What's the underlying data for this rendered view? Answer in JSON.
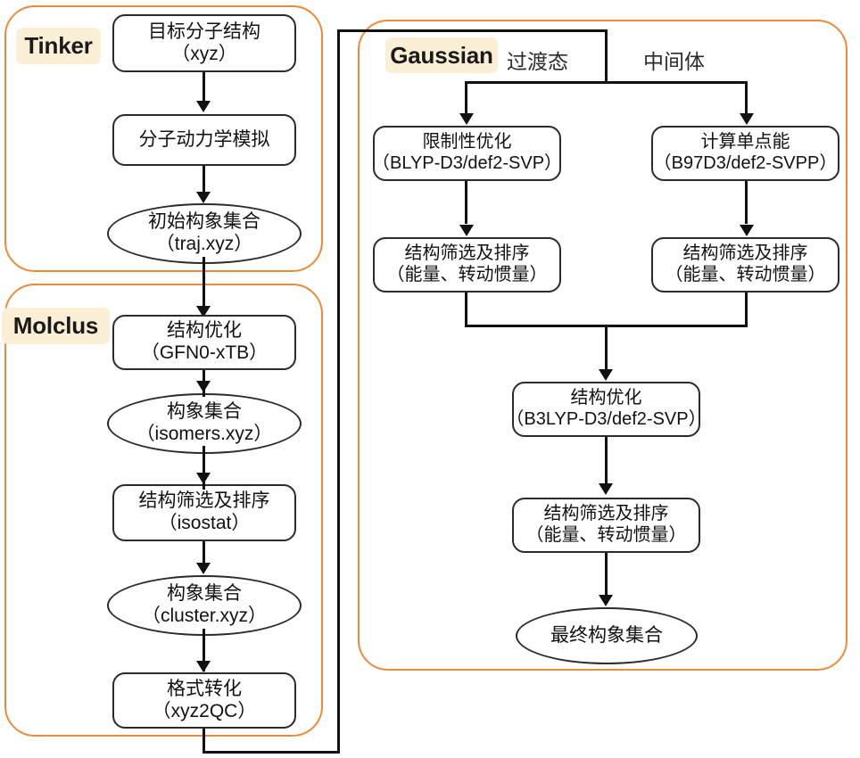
{
  "diagram": {
    "title_groups": [
      "Tinker",
      "Molclus",
      "Gaussian"
    ],
    "accent_color": "#ED8A3A",
    "badge_color": "#FBEFD6",
    "line_color": "#111111"
  },
  "groups": {
    "tinker": {
      "label": "Tinker"
    },
    "molclus": {
      "label": "Molclus"
    },
    "gaussian": {
      "label": "Gaussian"
    }
  },
  "branch_labels": {
    "left": "过渡态",
    "right": "中间体"
  },
  "nodes": {
    "tinker": [
      {
        "id": "target-structure",
        "shape": "rect",
        "l1": "目标分子结构",
        "l2": "（xyz）"
      },
      {
        "id": "md-simulation",
        "shape": "rect",
        "l1": "分子动力学模拟",
        "l2": ""
      },
      {
        "id": "initial-ensemble",
        "shape": "oval",
        "l1": "初始构象集合",
        "l2": "（traj.xyz）"
      }
    ],
    "molclus": [
      {
        "id": "structure-opt-gfn0",
        "shape": "rect",
        "l1": "结构优化",
        "l2": "（GFN0-xTB）"
      },
      {
        "id": "conformer-isomers",
        "shape": "oval",
        "l1": "构象集合",
        "l2": "（isomers.xyz）"
      },
      {
        "id": "screen-sort-isostat",
        "shape": "rect",
        "l1": "结构筛选及排序",
        "l2": "（isostat）"
      },
      {
        "id": "conformer-cluster",
        "shape": "oval",
        "l1": "构象集合",
        "l2": "（cluster.xyz）"
      },
      {
        "id": "format-convert",
        "shape": "rect",
        "l1": "格式转化",
        "l2": "（xyz2QC）"
      }
    ],
    "gaussian_left": [
      {
        "id": "constrained-opt",
        "shape": "rect",
        "l1": "限制性优化",
        "l2": "（BLYP-D3/def2-SVP）"
      },
      {
        "id": "screen-sort-ts",
        "shape": "rect",
        "l1": "结构筛选及排序",
        "l2": "（能量、转动惯量）"
      }
    ],
    "gaussian_right": [
      {
        "id": "single-point-energy",
        "shape": "rect",
        "l1": "计算单点能",
        "l2": "（B97D3/def2-SVPP）"
      },
      {
        "id": "screen-sort-int",
        "shape": "rect",
        "l1": "结构筛选及排序",
        "l2": "（能量、转动惯量）"
      }
    ],
    "gaussian_merged": [
      {
        "id": "structure-opt-b3lyp",
        "shape": "rect",
        "l1": "结构优化",
        "l2": "（B3LYP-D3/def2-SVP）"
      },
      {
        "id": "screen-sort-final",
        "shape": "rect",
        "l1": "结构筛选及排序",
        "l2": "（能量、转动惯量）"
      },
      {
        "id": "final-ensemble",
        "shape": "oval",
        "l1": "最终构象集合",
        "l2": ""
      }
    ]
  }
}
